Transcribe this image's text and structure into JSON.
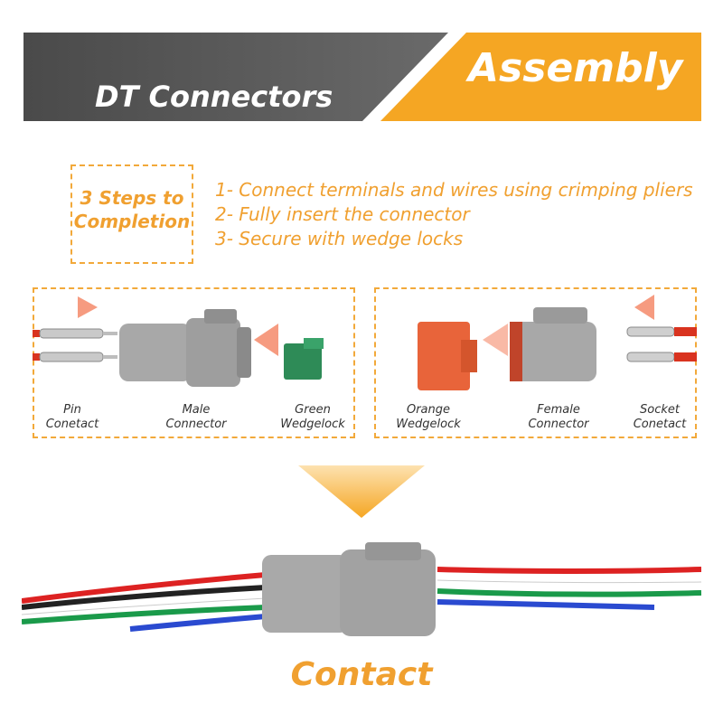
{
  "header": {
    "title": "DT Connectors",
    "badge": "Assembly",
    "colors": {
      "dark": "#5a5a5a",
      "accent": "#f5a623"
    }
  },
  "steps": {
    "title_line1": "3 Steps to",
    "title_line2": "Completion",
    "items": [
      "1- Connect terminals and wires using crimping pliers",
      "2- Fully insert the connector",
      "3- Secure with wedge locks"
    ]
  },
  "male_panel": {
    "labels": [
      {
        "line1": "Pin",
        "line2": "Conetact"
      },
      {
        "line1": "Male",
        "line2": "Connector"
      },
      {
        "line1": "Green",
        "line2": "Wedgelock"
      }
    ]
  },
  "female_panel": {
    "labels": [
      {
        "line1": "Orange",
        "line2": "Wedgelock"
      },
      {
        "line1": "Female",
        "line2": "Connector"
      },
      {
        "line1": "Socket",
        "line2": "Conetact"
      }
    ]
  },
  "footer": {
    "label": "Contact"
  }
}
